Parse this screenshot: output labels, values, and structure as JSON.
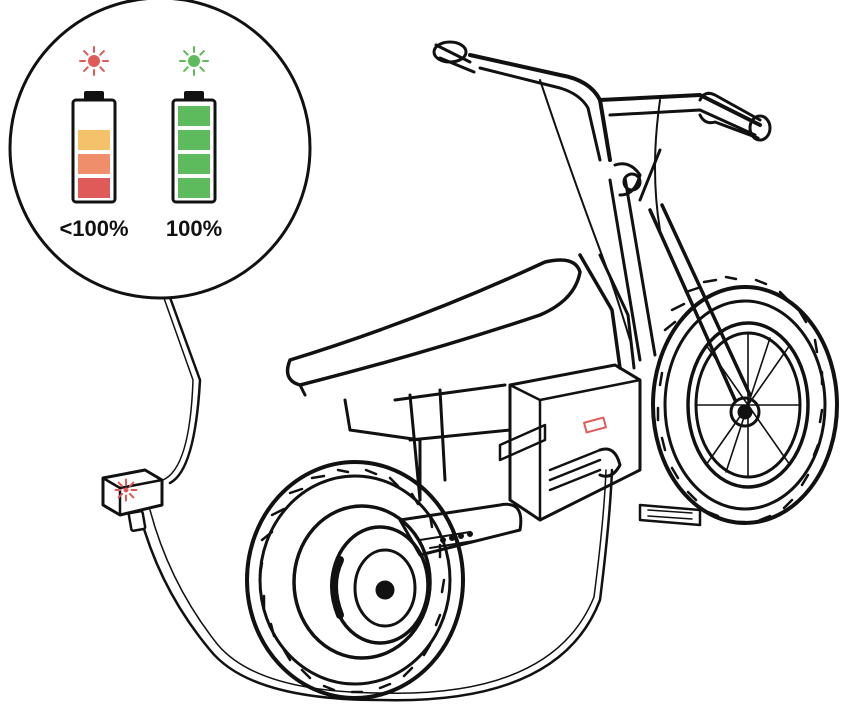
{
  "callout": {
    "indicators": [
      {
        "id": "charging",
        "label": "<100%",
        "light_color": "#e05a5a",
        "segment_colors": [
          "#f5c26b",
          "#ee8e6b",
          "#e05a5a"
        ]
      },
      {
        "id": "full",
        "label": "100%",
        "light_color": "#5dbb5d",
        "segment_colors": [
          "#5dbb5d",
          "#5dbb5d",
          "#5dbb5d",
          "#5dbb5d"
        ]
      }
    ]
  },
  "charger": {
    "light_color": "#e05a5a"
  },
  "colors": {
    "line": "#111111",
    "background": "#ffffff"
  }
}
